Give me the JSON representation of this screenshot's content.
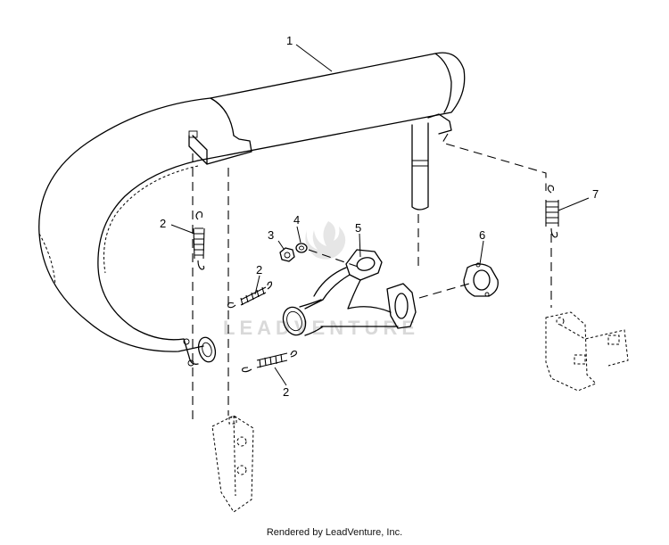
{
  "diagram": {
    "callouts": {
      "c1": "1",
      "c2a": "2",
      "c2b": "2",
      "c2c": "2",
      "c3": "3",
      "c4": "4",
      "c5": "5",
      "c6": "6",
      "c7": "7"
    },
    "watermark": "LEADVENTURE",
    "footer": "Rendered by LeadVenture, Inc."
  }
}
